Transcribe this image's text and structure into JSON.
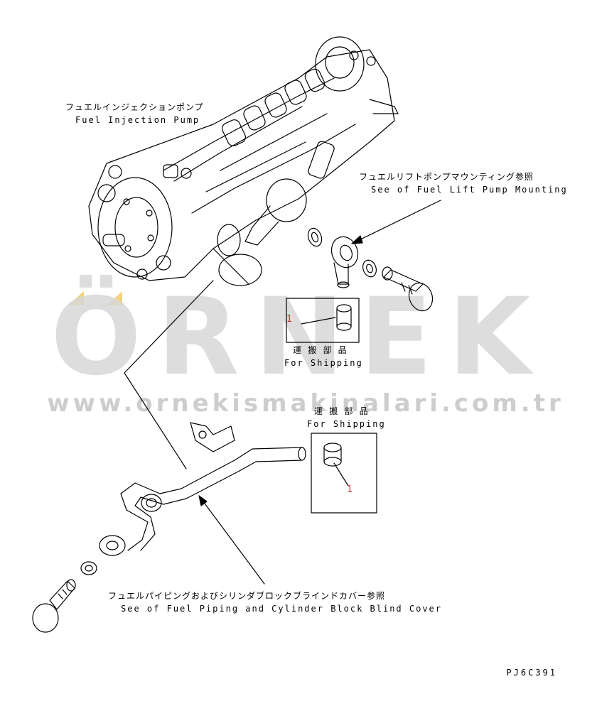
{
  "labels": {
    "injection_pump_jp": "フュエルインジェクションポンプ",
    "injection_pump_en": "Fuel Injection Pump",
    "lift_pump_jp": "フュエルリフトポンプマウンティング参照",
    "lift_pump_en": "See of Fuel Lift Pump Mounting",
    "shipping1_jp": "運 搬 部 品",
    "shipping1_en": "For Shipping",
    "shipping2_jp": "運 搬 部 品",
    "shipping2_en": "For Shipping",
    "piping_jp": "フュエルパイピングおよびシリンダブロックブラインドカバー参照",
    "piping_en": "See of Fuel Piping and Cylinder Block Blind Cover",
    "callout_1a": "1",
    "callout_1b": "1",
    "drawing_code": "PJ6C391"
  },
  "watermark": {
    "title": "ÖRNEK",
    "url": "www.ornekismakinalari.com.tr",
    "accent_color": "#f4d27a",
    "text_color": "#d8d8d8"
  },
  "colors": {
    "line": "#000000",
    "callout": "#c0392b"
  }
}
